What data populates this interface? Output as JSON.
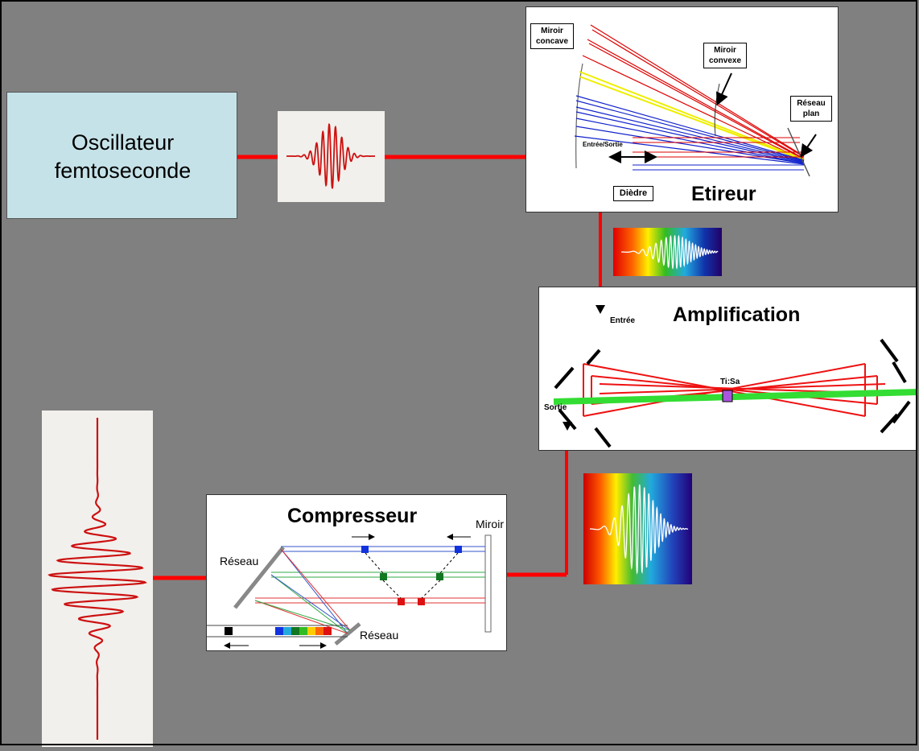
{
  "oscillator": {
    "line1": "Oscillateur",
    "line2": "femtoseconde"
  },
  "stretcher": {
    "title": "Etireur",
    "concave_mirror": [
      "Miroir",
      "concave"
    ],
    "convex_mirror": [
      "Miroir",
      "convexe"
    ],
    "grating": [
      "Réseau",
      "plan"
    ],
    "entry_exit": "Entrée/Sortie",
    "dihedral": "Dièdre"
  },
  "amplifier": {
    "title": "Amplification",
    "entry": "Entrée",
    "exit": "Sortie",
    "crystal": "Ti:Sa"
  },
  "compressor": {
    "title": "Compresseur",
    "grating_1": "Réseau",
    "grating_2": "Réseau",
    "mirror": "Miroir"
  },
  "colors": {
    "background": "#808080",
    "beam_red": "#ff0000",
    "pump_green": "#33dd33",
    "oscillator_fill": "#c5e2e8",
    "pulse_red": "#cc1111"
  }
}
